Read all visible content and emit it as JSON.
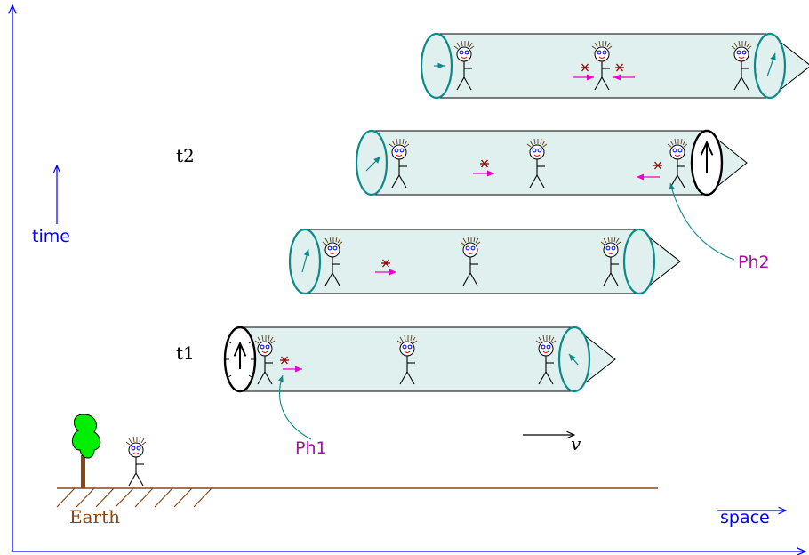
{
  "axes": {
    "time_label": "time",
    "space_label": "space",
    "axis_color": "#0000ff"
  },
  "labels": {
    "t1": "t1",
    "t2": "t2",
    "ph1": "Ph1",
    "ph2": "Ph2",
    "velocity": "v",
    "earth": "Earth"
  },
  "colors": {
    "rocket_fill": "#dff0ee",
    "rocket_stroke": "#0b8a8a",
    "photon": "#8b0000",
    "photon_arrow": "#ee00cc",
    "ph_label": "#a0139e",
    "earth": "#8b4513",
    "tree_leaves": "#00ee00",
    "clock_dark": "#000000"
  },
  "icons": [
    "stick-figure-icon",
    "clock-icon",
    "tree-icon",
    "photon-icon"
  ]
}
